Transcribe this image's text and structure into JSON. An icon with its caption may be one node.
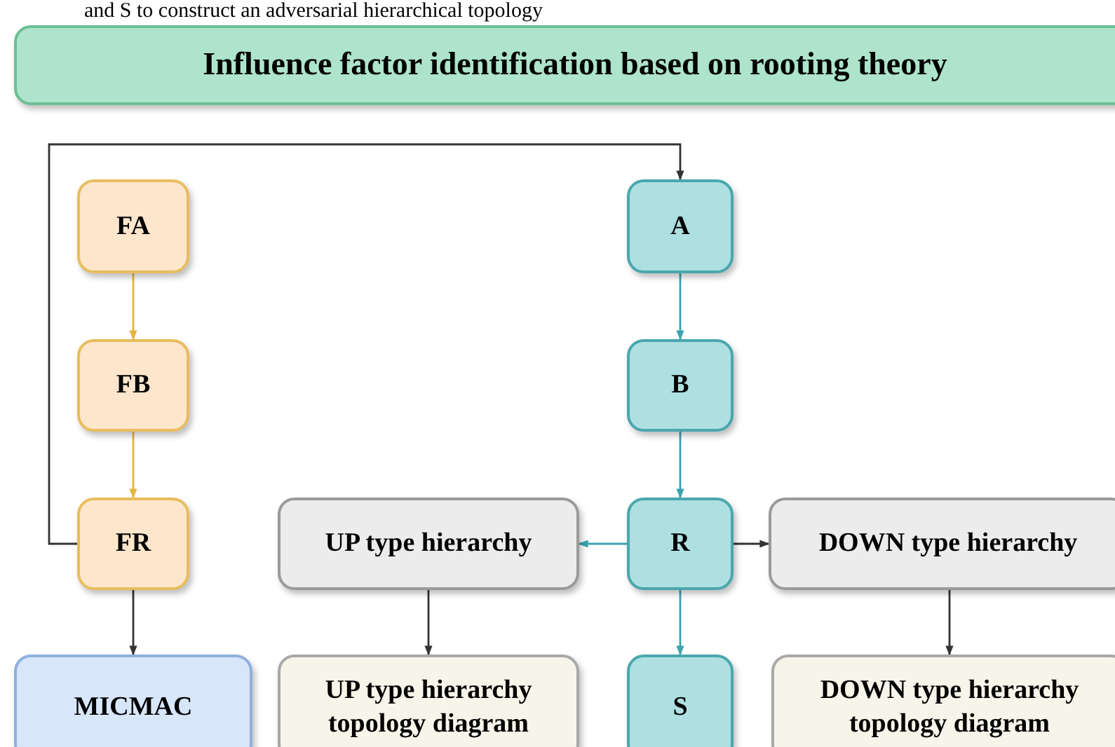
{
  "diagram": {
    "nodes": [
      {
        "text": [
          "Influence factor identification based on rooting theory"
        ]
      },
      {
        "text": [
          "FA"
        ]
      },
      {
        "text": [
          "FB"
        ]
      },
      {
        "text": [
          "FR"
        ]
      },
      {
        "text": [
          "A"
        ]
      },
      {
        "text": [
          "B"
        ]
      },
      {
        "text": [
          "R"
        ]
      },
      {
        "text": [
          "UP type hierarchy"
        ]
      },
      {
        "text": [
          "DOWN type hierarchy"
        ]
      },
      {
        "text": [
          "MICMAC"
        ]
      },
      {
        "text": [
          "UP type hierarchy topology diagram"
        ]
      },
      {
        "text": [
          "S"
        ]
      },
      {
        "text": [
          "DOWN type hierarchy topology diagram"
        ]
      }
    ],
    "edges": [
      {
        "from": 1,
        "to": 2,
        "arrow": "to",
        "color": "#e8b53c"
      },
      {
        "from": 2,
        "to": 3,
        "arrow": "to",
        "color": "#e8b53c"
      },
      {
        "from": 3,
        "to": 4,
        "arrow": "to"
      },
      {
        "from": 4,
        "to": 5,
        "arrow": "to",
        "color": "#3aa3ad"
      },
      {
        "from": 5,
        "to": 6,
        "arrow": "to",
        "color": "#3aa3ad"
      },
      {
        "from": 6,
        "to": 7,
        "arrow": "to",
        "color": "#3aa3ad"
      },
      {
        "from": 6,
        "to": 8,
        "arrow": "to"
      },
      {
        "from": 6,
        "to": 11,
        "arrow": "to",
        "color": "#3aa3ad"
      },
      {
        "from": 3,
        "to": 9,
        "arrow": "to"
      },
      {
        "from": 7,
        "to": 10,
        "arrow": "to"
      },
      {
        "from": 8,
        "to": 12,
        "arrow": "to"
      }
    ],
    "labels": [
      "and S to construct an adversarial hierarchical topology"
    ]
  }
}
